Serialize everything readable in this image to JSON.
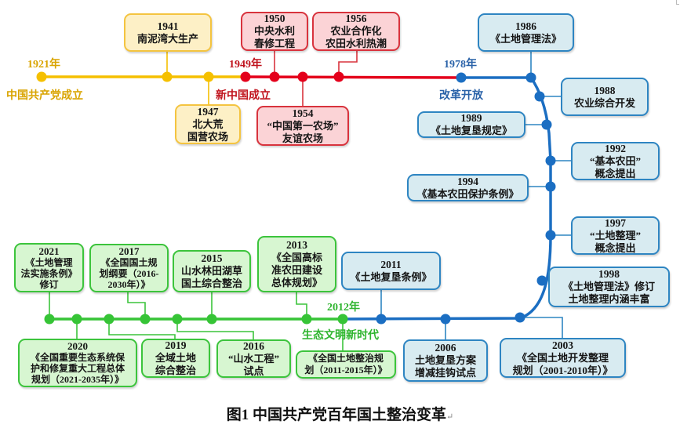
{
  "figure": {
    "caption": "图1 中国共产党百年国土整治变革",
    "caption_mark": "↵"
  },
  "theme_colors": {
    "founding_period": "#f5c000",
    "new_china_period": "#e4001b",
    "reform_period": "#1b6ec2",
    "ecological_period": "#36c436"
  },
  "eras": [
    {
      "year_label": "1921年",
      "name": "中国共产党成立"
    },
    {
      "year_label": "1949年",
      "name": "新中国成立"
    },
    {
      "year_label": "1978年",
      "name": "改革开放"
    },
    {
      "year_label": "2012年",
      "name": "生态文明新时代"
    }
  ],
  "events": [
    {
      "year": "1941",
      "lines": [
        "南泥湾大生产"
      ]
    },
    {
      "year": "1947",
      "lines": [
        "北大荒",
        "国营农场"
      ]
    },
    {
      "year": "1950",
      "lines": [
        "中央水利",
        "春修工程"
      ]
    },
    {
      "year": "1954",
      "lines": [
        "“中国第一农场”",
        "友谊农场"
      ]
    },
    {
      "year": "1956",
      "lines": [
        "农业合作化",
        "农田水利热潮"
      ]
    },
    {
      "year": "1986",
      "lines": [
        "《土地管理法》"
      ]
    },
    {
      "year": "1988",
      "lines": [
        "农业综合开发"
      ]
    },
    {
      "year": "1989",
      "lines": [
        "《土地复垦规定》"
      ]
    },
    {
      "year": "1992",
      "lines": [
        "“基本农田”",
        "概念提出"
      ]
    },
    {
      "year": "1994",
      "lines": [
        "《基本农田保护条例》"
      ]
    },
    {
      "year": "1997",
      "lines": [
        "“土地整理”",
        "概念提出"
      ]
    },
    {
      "year": "1998",
      "lines": [
        "《土地管理法》修订",
        "土地整理内涵丰富"
      ]
    },
    {
      "year": "2003",
      "lines": [
        "《全国土地开发整理",
        "规划（2001-2010年）》"
      ]
    },
    {
      "year": "2006",
      "lines": [
        "土地复垦方案",
        "增减挂钩试点"
      ]
    },
    {
      "year": "2011",
      "lines": [
        "《土地复垦条例》"
      ]
    },
    {
      "year": null,
      "lines": [
        "《全国土地整治规",
        "划（2011-2015年）》"
      ]
    },
    {
      "year": "2013",
      "lines": [
        "《全国高标",
        "准农田建设",
        "总体规划》"
      ]
    },
    {
      "year": "2015",
      "lines": [
        "山水林田湖草",
        "国土综合整治"
      ]
    },
    {
      "year": "2016",
      "lines": [
        "“山水工程”",
        "试点"
      ]
    },
    {
      "year": "2017",
      "lines": [
        "《全国国土规",
        "划纲要（2016-",
        "2030年）》"
      ]
    },
    {
      "year": "2019",
      "lines": [
        "全域土地",
        "综合整治"
      ]
    },
    {
      "year": "2020",
      "lines": [
        "《全国重要生态系统保",
        "护和修复重大工程总体",
        "规划（2021-2035年）》"
      ]
    },
    {
      "year": "2021",
      "lines": [
        "《土地管理",
        "法实施条例》",
        "修订"
      ]
    }
  ]
}
